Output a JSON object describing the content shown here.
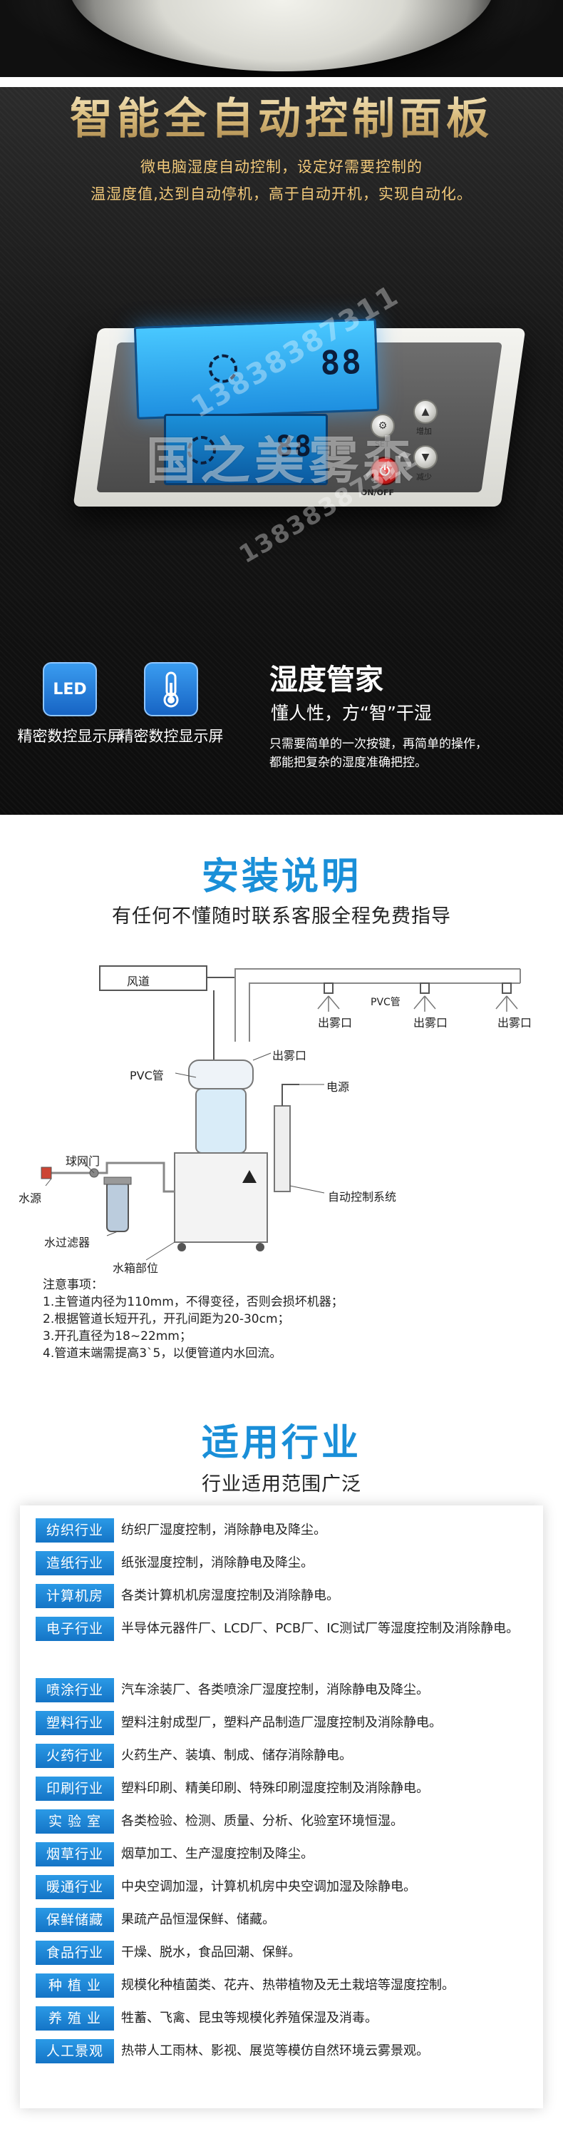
{
  "panel": {
    "title": "智能全自动控制面板",
    "sub1": "微电脑湿度自动控制，设定好需要控制的",
    "sub2": "温湿度值,达到自动停机，高于自动开机，实现自动化。",
    "watermark": "国之美雾森",
    "watermark_phone": "13838387311",
    "watermark_phone2": "13838387311",
    "lcd_digits_top": "88",
    "lcd_digits_bottom": "88",
    "power_label": "ON/OFF",
    "btn_set": "SET",
    "btn_up": "增加",
    "btn_down": "减少"
  },
  "features": {
    "led_icon": "LED",
    "item1": "精密数控显示屏",
    "item2": "精密数控显示屏"
  },
  "humidity": {
    "title": "湿度管家",
    "subtitle": "懂人性，方“智”干湿",
    "desc1": "只需要简单的一次按键，再简单的操作，",
    "desc2": "都能把复杂的湿度准确把控。"
  },
  "install": {
    "title": "安装说明",
    "subtitle": "有任何不懂随时联系客服全程免费指导",
    "labels": {
      "duct": "风道",
      "pvc_top": "PVC管",
      "outlet1": "出雾口",
      "outlet2": "出雾口",
      "outlet3": "出雾口",
      "outlet_main": "出雾口",
      "pvc": "PVC管",
      "power": "电源",
      "water": "水源",
      "valve": "球网门",
      "filter": "水过滤器",
      "control": "自动控制系统",
      "tank": "水箱部位"
    },
    "notes_title": "注意事项：",
    "notes": [
      "1.主管道内径为110mm，不得变径，否则会损坏机器；",
      "2.根据管道长短开孔，开孔间距为20-30cm；",
      "3.开孔直径为18~22mm；",
      "4.管道末端需提高3`5，以便管道内水回流。"
    ]
  },
  "industries": {
    "title": "适用行业",
    "subtitle": "行业适用范围广泛",
    "rows": [
      {
        "tag": "纺织行业",
        "text": "纺织厂湿度控制，消除静电及降尘。"
      },
      {
        "tag": "造纸行业",
        "text": "纸张湿度控制，消除静电及降尘。"
      },
      {
        "tag": "计算机房",
        "text": "各类计算机机房湿度控制及消除静电。"
      },
      {
        "tag": "电子行业",
        "text": "半导体元器件厂、LCD厂、PCB厂、IC测试厂等湿度控制及消除静电。"
      },
      {
        "tag": "喷涂行业",
        "text": "汽车涂装厂、各类喷涂厂湿度控制，消除静电及降尘。"
      },
      {
        "tag": "塑料行业",
        "text": "塑料注射成型厂，塑料产品制造厂湿度控制及消除静电。"
      },
      {
        "tag": "火药行业",
        "text": "火药生产、装填、制成、储存消除静电。"
      },
      {
        "tag": "印刷行业",
        "text": "塑料印刷、精美印刷、特殊印刷湿度控制及消除静电。"
      },
      {
        "tag": "实 验 室",
        "text": "各类检验、检测、质量、分析、化验室环境恒湿。"
      },
      {
        "tag": "烟草行业",
        "text": "烟草加工、生产湿度控制及降尘。"
      },
      {
        "tag": "暖通行业",
        "text": "中央空调加湿，计算机机房中央空调加湿及除静电。"
      },
      {
        "tag": "保鲜储藏",
        "text": "果疏产品恒湿保鲜、储藏。"
      },
      {
        "tag": "食品行业",
        "text": "干燥、脱水，食品回潮、保鲜。"
      },
      {
        "tag": "种 植 业",
        "text": "规模化种植菌类、花卉、热带植物及无土栽培等湿度控制。"
      },
      {
        "tag": "养 殖 业",
        "text": "牲蓄、飞禽、昆虫等规模化养殖保湿及消毒。"
      },
      {
        "tag": "人工景观",
        "text": "热带人工雨林、影视、展览等模仿自然环境云雾景观。"
      }
    ]
  }
}
